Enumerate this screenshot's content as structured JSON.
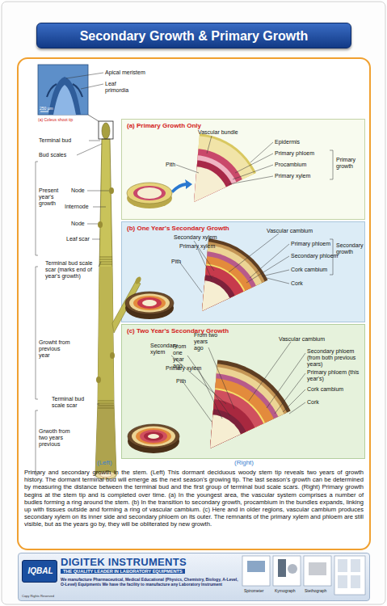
{
  "diagram": {
    "title": "Secondary Growth & Primary Growth",
    "caption": "Primary and secondary growth in the stem. (Left) This dormant deciduous woody stem tip reveals two years of growth history. The dormant terminal bud will emerge as the next season's growing tip. The last season's growth can be determined by measuring the distance between the terminal bud and the first group of terminal bud scale scars. (Right) Primary growth begins at the stem tip and is completed over time. (a) In the youngest area, the vascular system comprises a number of budles forming a ring around the stem. (b) In the transition to secondary growth, procambium in the bundles expands, linking up with tissues outside and forming a ring of vascular cambium. (c) Here and in older regions, vascular cambium produces secondary xylem on its inner side and secondary phloem on its outer. The remnants of the primary xylem and phloem are still visible, but as the years go by, they will be obliterated by new growth.",
    "nodes": [
      {
        "text": [
          "(a) Primary Growth Only"
        ]
      },
      {
        "text": [
          "(b) One Year's Secondary Growth"
        ]
      },
      {
        "text": [
          "(c) Two Year's Secondary Growth"
        ]
      },
      {
        "text": [
          "DIGITEK INSTRUMENTS",
          "THE QUALITY LEADER IN LABORATORY EQUIPMENTS",
          "We manufacture Pharmaceutical, Medical Educational (Physics, Chemistry, Biology, A-Level, O-Level) Equipments We have the facility to manufacture any Laboratory Instrument",
          "Copy Rights Reserved"
        ]
      },
      {
        "text": [
          "IQBAL"
        ],
        "in": 3
      }
    ],
    "labels": [
      "Apical meristem",
      "Leaf primordia",
      "250 µm",
      "(a) Coleus shoot tip",
      "Terminal bud",
      "Bud scales",
      "Present year's growth",
      "Node",
      "Internode",
      "Node",
      "Leaf scar",
      "Terminal bud scale scar (marks end of year's growth)",
      "Growht from previous year",
      "Terminal bud scale scar",
      "Grwoth from two years previous",
      "(Left)",
      "(Right)",
      "Vascular bundle",
      "Epidermis",
      "Pith",
      "Primary phloem",
      "Procambium",
      "Primary xylem",
      "Primary growth",
      "Vascular cambium",
      "Secondary xylem",
      "Primary xylem",
      "Primary phloem",
      "Secondary phloem",
      "Secondary growth",
      "Pith",
      "Cork cambium",
      "Cork",
      "Vascular cambium",
      "Secondary xylem",
      "From two years ago",
      "From one year ago",
      "Secondary phloem (from both previous years)",
      "Primary xylem",
      "Primary phloem (this year's)",
      "Pith",
      "Cork cambium",
      "Cork",
      "Spirometer",
      "Kymograph",
      "Stethograph"
    ]
  }
}
